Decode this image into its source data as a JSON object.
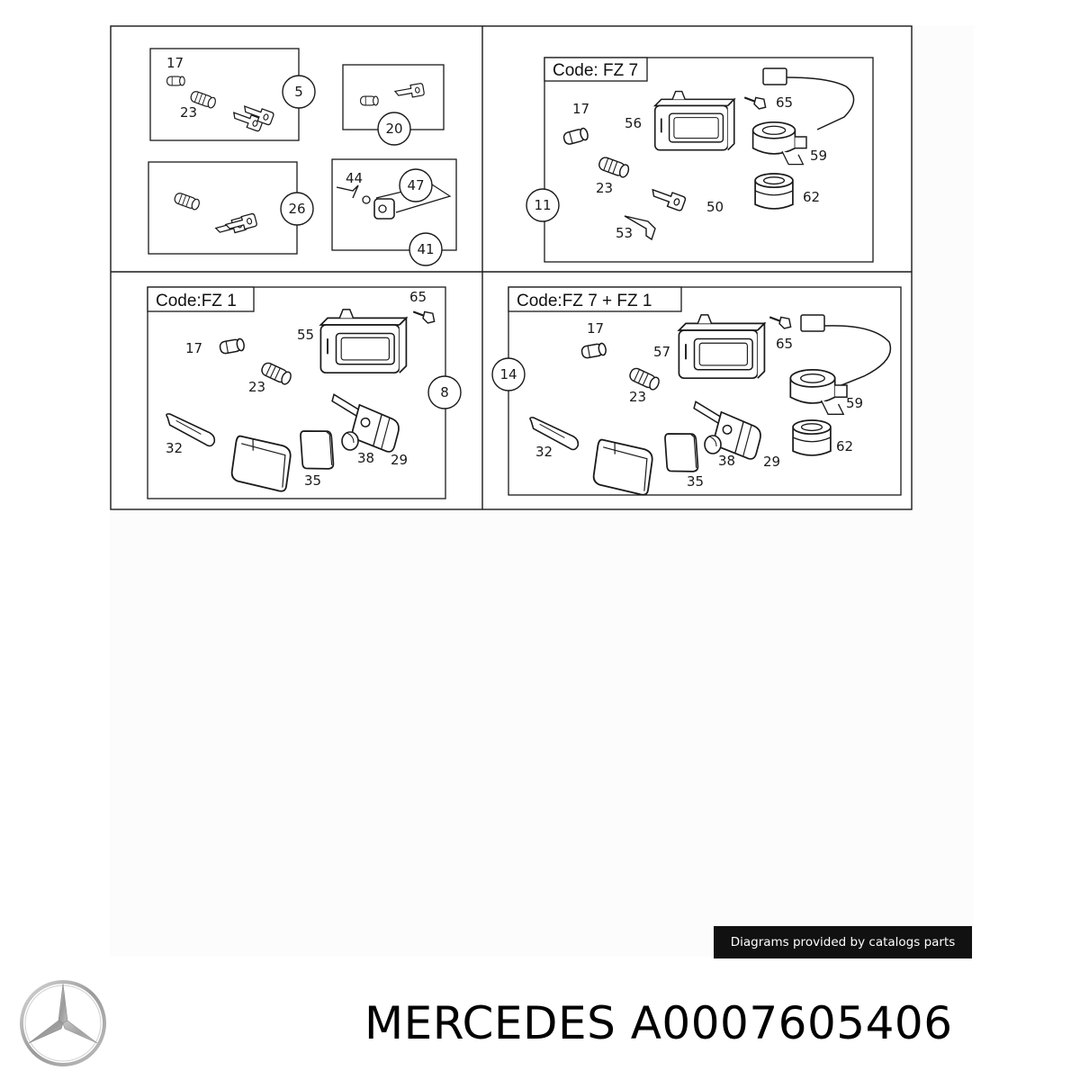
{
  "panels": {
    "top_left": {
      "callouts": [
        "5",
        "20",
        "26",
        "47",
        "41"
      ],
      "labels": [
        "17",
        "23",
        "44"
      ]
    },
    "top_right": {
      "code": "Code: FZ  7",
      "callout": "11",
      "labels": [
        "65",
        "17",
        "56",
        "59",
        "23",
        "62",
        "50",
        "53"
      ]
    },
    "bottom_left": {
      "code": "Code:FZ  1",
      "callout": "8",
      "labels": [
        "65",
        "55",
        "17",
        "23",
        "32",
        "38",
        "29",
        "35"
      ]
    },
    "bottom_right": {
      "code": "Code:FZ  7 + FZ  1",
      "callout": "14",
      "labels": [
        "17",
        "65",
        "57",
        "23",
        "59",
        "32",
        "62",
        "38",
        "29",
        "35"
      ]
    }
  },
  "credit": "Diagrams provided by catalogs parts",
  "product_title": "MERCEDES A0007605406",
  "colors": {
    "line": "#1a1a1a",
    "credit_bg": "#111111",
    "logo_silver": "#9a9a9a"
  },
  "icons": {
    "brand_logo": "mercedes-star-logo"
  }
}
